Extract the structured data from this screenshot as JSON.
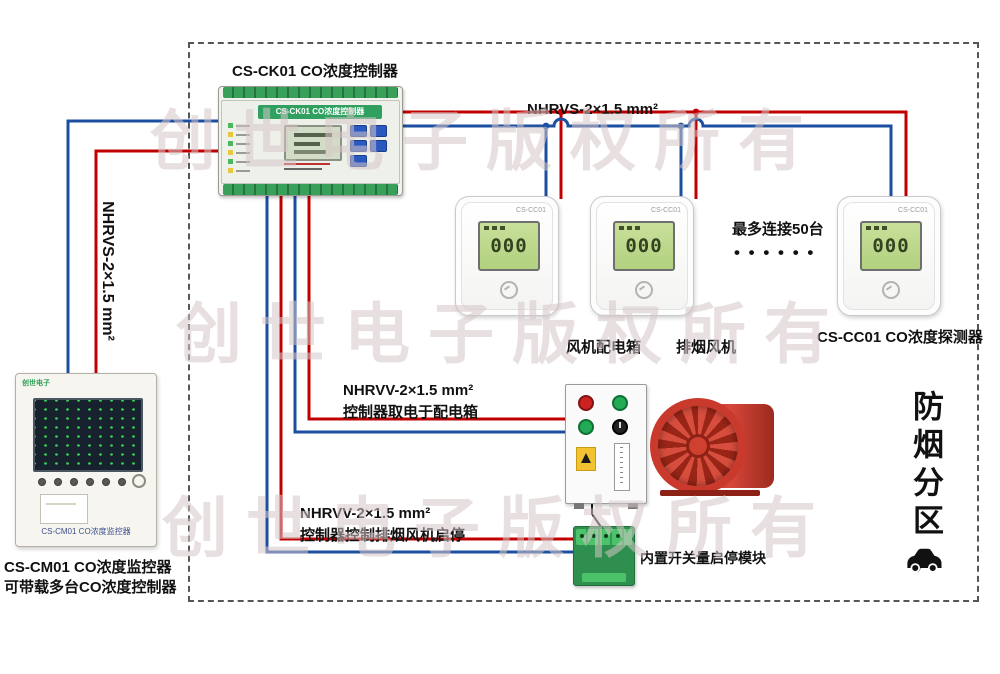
{
  "colors": {
    "wire_red": "#c00000",
    "wire_blue": "#1d4fa0",
    "fan_red": "#c93a2c",
    "terminal_green": "#2f9e4f",
    "lcd_green": "#bcd98e",
    "watermark": "#d5c7c7"
  },
  "watermark": {
    "text": "创世电子版权所有"
  },
  "controller": {
    "caption": "CS-CK01 CO浓度控制器",
    "panel_title": "CS-CK01 CO浓度控制器"
  },
  "cables": {
    "top": "NHRVS-2×1.5 mm²",
    "left": "NHRVS-2×1.5 mm²",
    "power_line1": "NHRVV-2×1.5 mm²",
    "power_line2": "控制器取电于配电箱",
    "control_line1": "NHRVV-2×1.5 mm²",
    "control_line2": "控制器控制排烟风机启停"
  },
  "detectors": {
    "model": "CS-CC01",
    "lcd_value": "000",
    "caption": "CS-CC01 CO浓度探测器",
    "max_connect": "最多连接50台",
    "dots": "• • • • • •"
  },
  "equipment": {
    "fan_box_caption": "风机配电箱",
    "fan_caption": "排烟风机",
    "module_caption": "内置开关量启停模块"
  },
  "monitor": {
    "brand": "创世电子",
    "panel_label": "CS-CM01 CO浓度监控器",
    "caption_line1": "CS-CM01 CO浓度监控器",
    "caption_line2": "可带载多台CO浓度控制器"
  },
  "zone": {
    "text": "防烟分区"
  }
}
